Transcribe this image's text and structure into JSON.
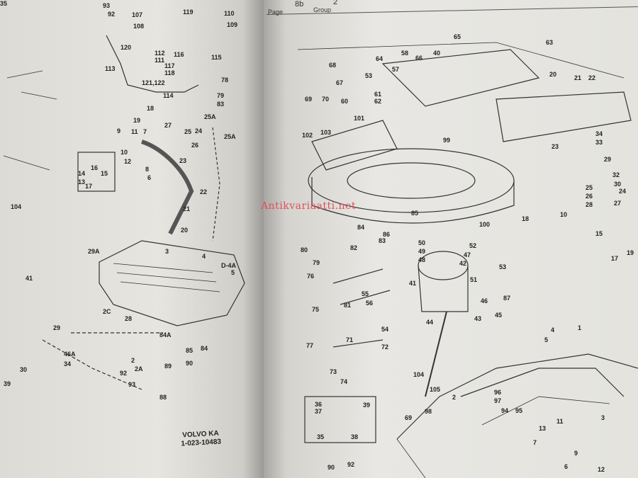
{
  "header": {
    "page_label": "Page",
    "page_value": "8b",
    "group_label": "Group",
    "group_value": "2"
  },
  "caption": {
    "brand": "VOLVO  KA",
    "number": "1-023-10483"
  },
  "watermark": "Antikvariaatti.net",
  "part_numbers_left": [
    "93",
    "92",
    "107",
    "108",
    "119",
    "110",
    "109",
    "120",
    "112",
    "111",
    "116",
    "115",
    "113",
    "117",
    "118",
    "121,122",
    "114",
    "78",
    "79",
    "83",
    "25A",
    "18",
    "19",
    "7",
    "27",
    "9",
    "11",
    "24",
    "25",
    "26",
    "25A",
    "10",
    "12",
    "8",
    "23",
    "6",
    "16",
    "14",
    "15",
    "13",
    "17",
    "22",
    "21",
    "20",
    "3",
    "4",
    "D-4A",
    "5",
    "29A",
    "28",
    "2C",
    "84A",
    "85",
    "84",
    "2",
    "2A",
    "89",
    "90",
    "92",
    "93",
    "88",
    "30",
    "29",
    "39",
    "104",
    "41",
    "46A",
    "34",
    "35"
  ],
  "part_numbers_right": [
    "65",
    "63",
    "68",
    "64",
    "58",
    "66",
    "57",
    "53",
    "40",
    "20",
    "21",
    "22",
    "67",
    "69",
    "70",
    "61",
    "62",
    "60",
    "101",
    "102",
    "103",
    "99",
    "34",
    "33",
    "29",
    "32",
    "30",
    "24",
    "25",
    "26",
    "28",
    "27",
    "23",
    "18",
    "10",
    "15",
    "17",
    "19",
    "86",
    "85",
    "100",
    "84",
    "82",
    "83",
    "50",
    "49",
    "48",
    "47",
    "52",
    "80",
    "79",
    "76",
    "75",
    "81",
    "55",
    "56",
    "54",
    "41",
    "42",
    "53",
    "51",
    "87",
    "46",
    "44",
    "43",
    "45",
    "77",
    "71",
    "72",
    "73",
    "74",
    "104",
    "105",
    "98",
    "69",
    "2",
    "36",
    "37",
    "39",
    "35",
    "38",
    "90",
    "92",
    "96",
    "97",
    "94",
    "95",
    "5",
    "4",
    "1",
    "13",
    "11",
    "7",
    "3",
    "9",
    "6",
    "12"
  ]
}
